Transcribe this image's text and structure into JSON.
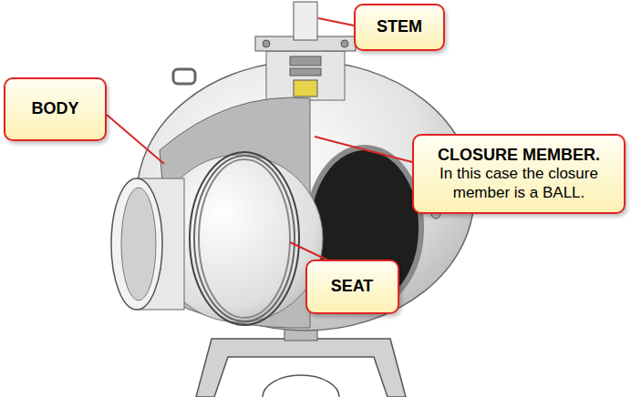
{
  "diagram": {
    "nodes": [
      {
        "text": [
          "STEM"
        ]
      },
      {
        "text": [
          "BODY"
        ]
      },
      {
        "text": [
          "CLOSURE MEMBER.",
          "In this case the closure member is a BALL."
        ]
      },
      {
        "text": [
          "SEAT"
        ]
      }
    ]
  }
}
